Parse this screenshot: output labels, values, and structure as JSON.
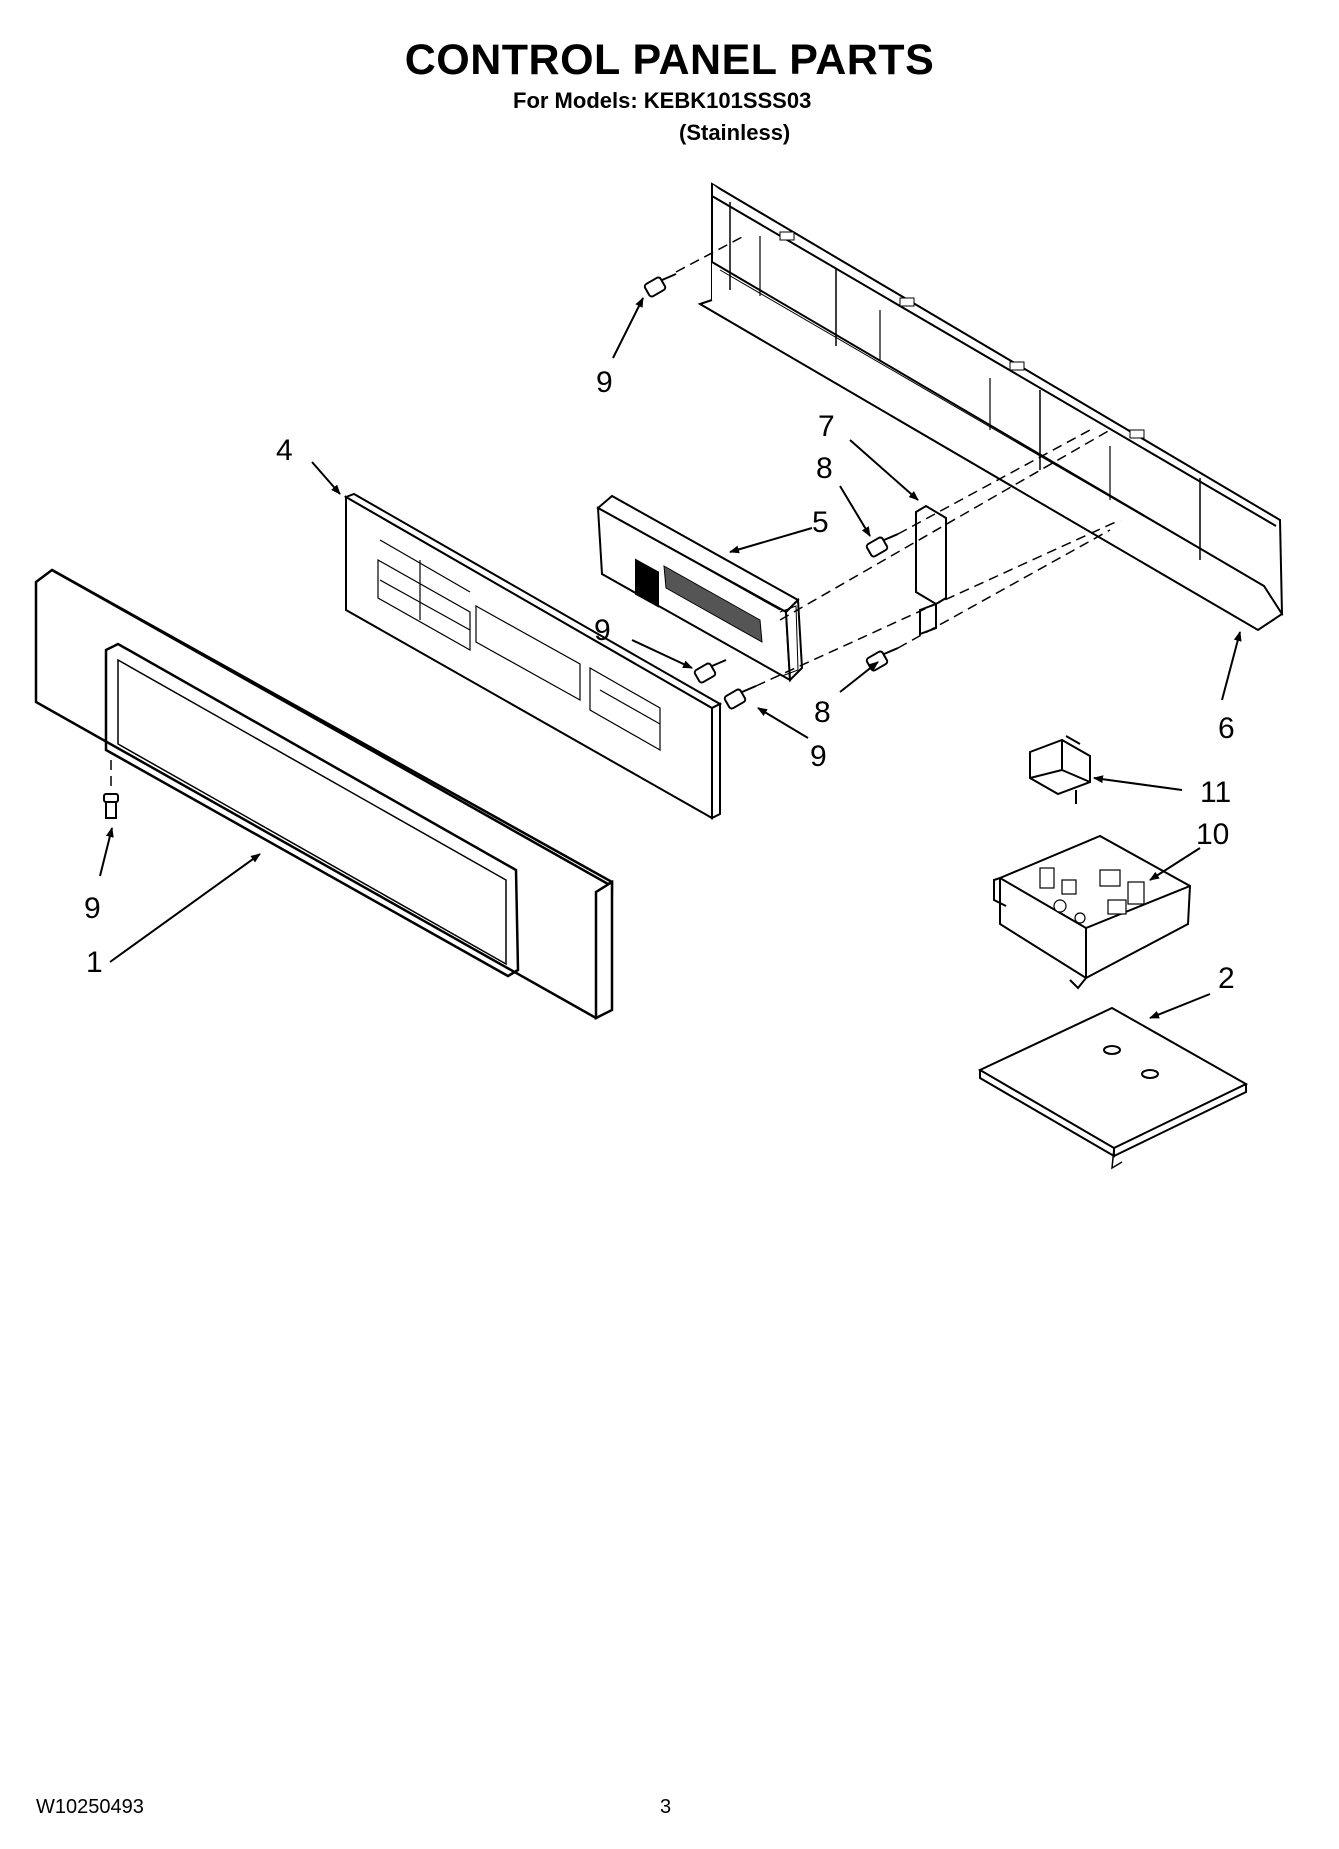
{
  "header": {
    "title": "CONTROL PANEL PARTS",
    "models": "For Models: KEBK101SSS03",
    "variant": "(Stainless)"
  },
  "footer": {
    "doc_number": "W10250493",
    "page_number": "3"
  },
  "callouts": [
    {
      "id": "c9a",
      "label": "9"
    },
    {
      "id": "c7",
      "label": "7"
    },
    {
      "id": "c8a",
      "label": "8"
    },
    {
      "id": "c4",
      "label": "4"
    },
    {
      "id": "c5",
      "label": "5"
    },
    {
      "id": "c9b",
      "label": "9"
    },
    {
      "id": "c8b",
      "label": "8"
    },
    {
      "id": "c6",
      "label": "6"
    },
    {
      "id": "c9c",
      "label": "9"
    },
    {
      "id": "c11",
      "label": "11"
    },
    {
      "id": "c10",
      "label": "10"
    },
    {
      "id": "c9d",
      "label": "9"
    },
    {
      "id": "c2",
      "label": "2"
    },
    {
      "id": "c1",
      "label": "1"
    }
  ]
}
